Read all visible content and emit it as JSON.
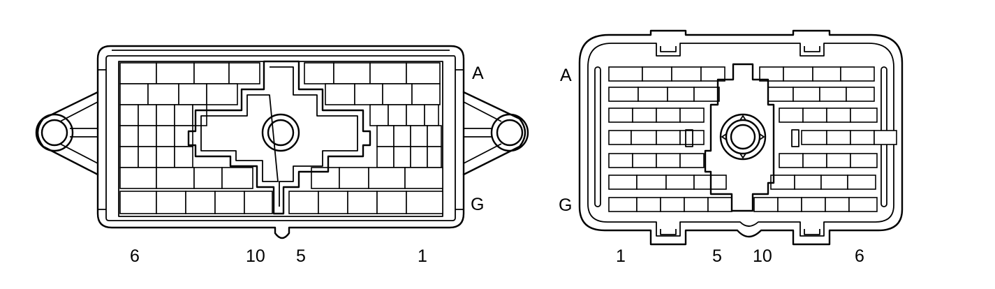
{
  "left_view": {
    "row_labels": [
      "A",
      "G"
    ],
    "column_labels": [
      "6",
      "10",
      "5",
      "1"
    ]
  },
  "right_view": {
    "row_labels": [
      "A",
      "G"
    ],
    "column_labels": [
      "1",
      "5",
      "10",
      "6"
    ]
  }
}
